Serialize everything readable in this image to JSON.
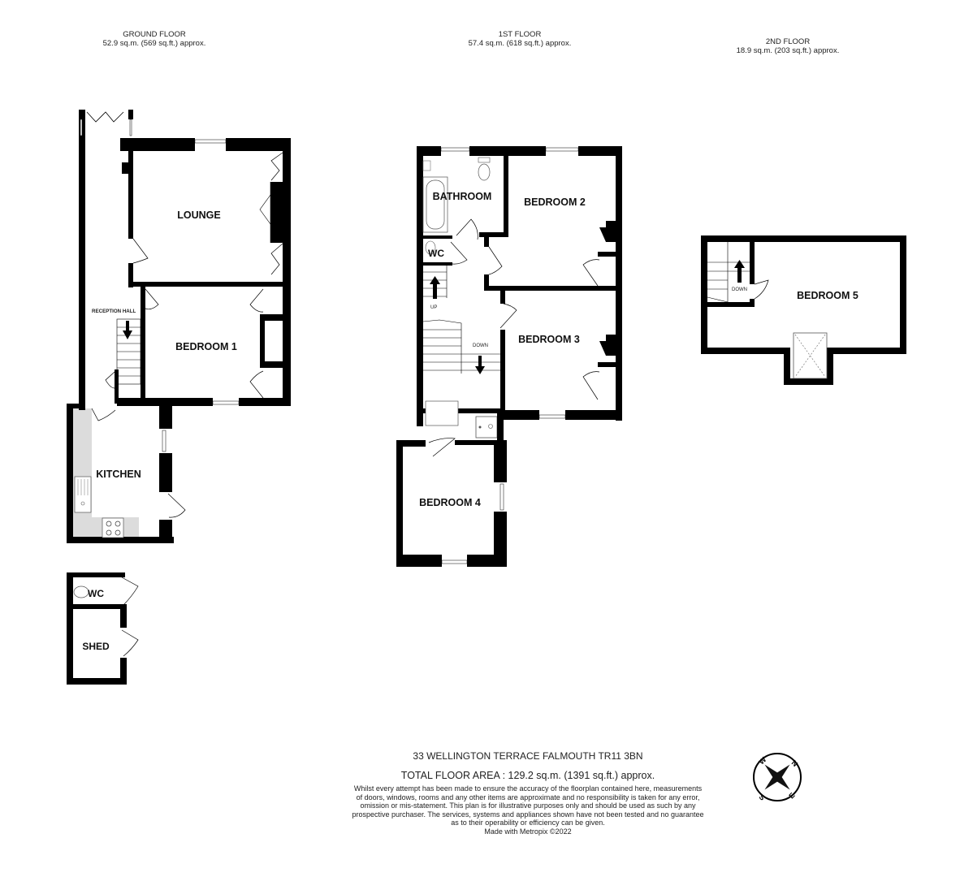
{
  "floors": [
    {
      "name": "GROUND FLOOR",
      "area": "52.9 sq.m. (569 sq.ft.) approx."
    },
    {
      "name": "1ST FLOOR",
      "area": "57.4 sq.m. (618 sq.ft.) approx."
    },
    {
      "name": "2ND FLOOR",
      "area": "18.9 sq.m. (203 sq.ft.) approx."
    }
  ],
  "rooms": {
    "ground": {
      "lounge": "LOUNGE",
      "bedroom1": "BEDROOM 1",
      "reception_hall": "RECEPTION HALL",
      "kitchen": "KITCHEN",
      "wc": "WC",
      "shed": "SHED"
    },
    "first": {
      "bathroom": "BATHROOM",
      "bedroom2": "BEDROOM 2",
      "wc": "WC",
      "up": "UP",
      "down": "DOWN",
      "bedroom3": "BEDROOM 3",
      "bedroom4": "BEDROOM 4"
    },
    "second": {
      "bedroom5": "BEDROOM 5",
      "down": "DOWN"
    }
  },
  "footer": {
    "address": "33 WELLINGTON TERRACE  FALMOUTH TR11 3BN",
    "total_area": "TOTAL FLOOR AREA : 129.2 sq.m. (1391 sq.ft.) approx.",
    "disclaimer_lines": [
      "Whilst every attempt has been made to ensure the accuracy of the floorplan contained here, measurements",
      "of doors, windows, rooms and any other items are approximate and no responsibility is taken for any error,",
      "omission or mis-statement. This plan is for illustrative purposes only and should be used as such by any",
      "prospective purchaser. The services, systems and appliances shown have not been tested and no guarantee",
      "as to their operability or efficiency can be given."
    ],
    "made_with": "Made with Metropix ©2022"
  },
  "compass": {
    "icon": "compass-icon",
    "n": "N",
    "e": "E",
    "s": "S",
    "w": "W"
  },
  "colors": {
    "wall": "#000000",
    "fixture": "#dcdcdc",
    "background": "#ffffff"
  }
}
